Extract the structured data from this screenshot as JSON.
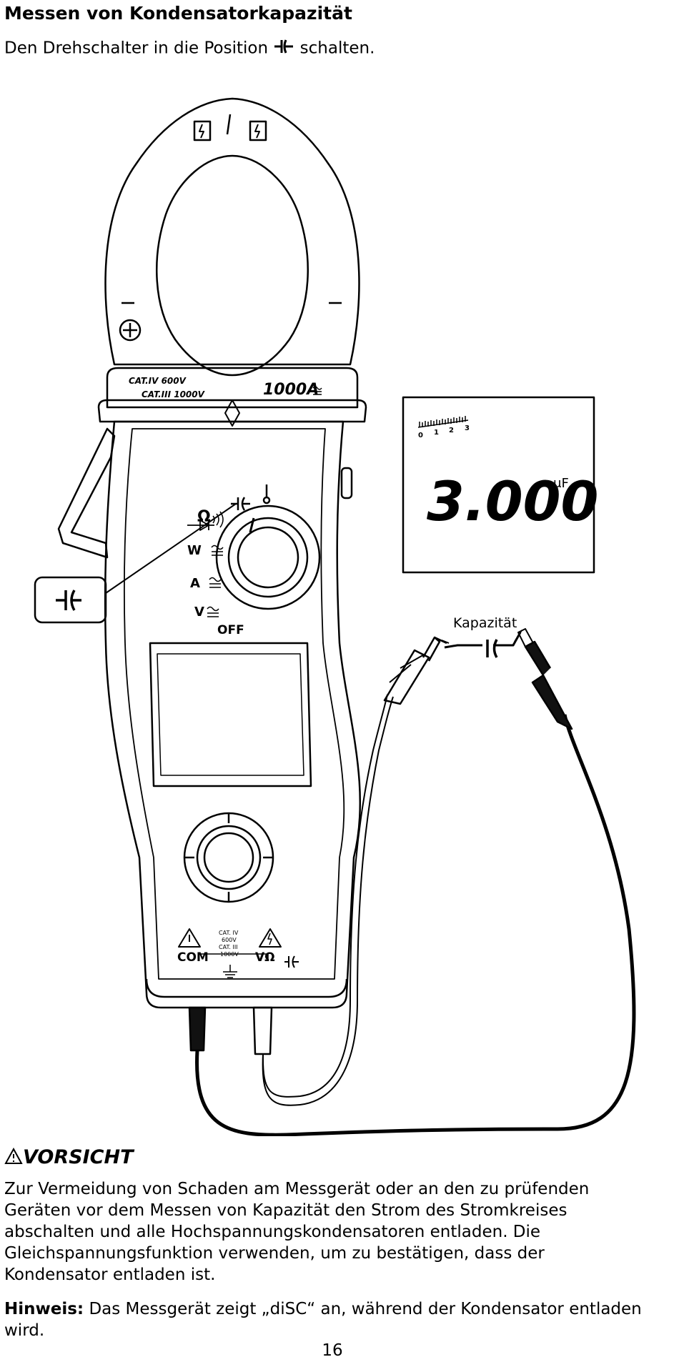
{
  "heading": "Messen von Kondensatorkapazität",
  "intro": {
    "before": "Den Drehschalter in die Position",
    "after": "schalten."
  },
  "figure": {
    "jaw_label_cat4": "CAT.IV 600V",
    "jaw_label_cat3": "CAT.III 1000V",
    "jaw_rating": "1000A",
    "dial": {
      "ohm": "Ω",
      "w": "W",
      "a": "A",
      "v": "V",
      "off": "OFF"
    },
    "lcd": {
      "reading": "3.000",
      "unit": "μF",
      "bargraph_ticks": [
        "0",
        "1",
        "2",
        "3"
      ]
    },
    "component_label": "Kapazität",
    "terminals": {
      "com": "COM",
      "cat4": "CAT. IV",
      "v600": "600V",
      "cat3": "CAT. III",
      "v1000": "1000V",
      "vohm": "VΩ"
    },
    "icon_names": [
      "capacitor-icon",
      "thermometer-icon",
      "warning-icon",
      "diode-icon",
      "beeper-icon"
    ]
  },
  "caution": {
    "heading": "VORSICHT",
    "text": "Zur Vermeidung von Schaden am Messgerät oder an den zu prüfenden Geräten vor dem Messen von Kapazität den Strom des Stromkreises abschalten und alle Hochspannungskondensatoren entladen. Die Gleichspannungsfunktion verwenden, um zu bestätigen, dass der Kondensator entladen ist."
  },
  "note": {
    "label": "Hinweis:",
    "text": "Das Messgerät zeigt „diSC“ an, während der Kondensator entladen wird."
  },
  "page_number": "16"
}
